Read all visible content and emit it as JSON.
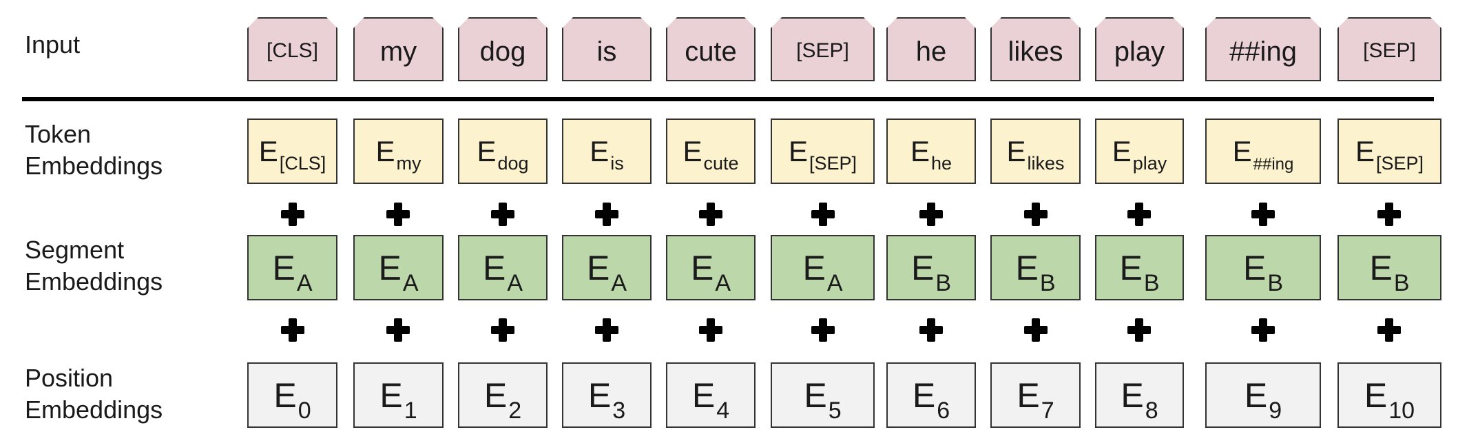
{
  "labels": {
    "input": "Input",
    "token": [
      "Token",
      "Embeddings"
    ],
    "segment": [
      "Segment",
      "Embeddings"
    ],
    "position": [
      "Position",
      "Embeddings"
    ]
  },
  "columns": [
    {
      "input": "[CLS]",
      "token_sub": "[CLS]",
      "segment_sub": "A",
      "position_sub": "0"
    },
    {
      "input": "my",
      "token_sub": "my",
      "segment_sub": "A",
      "position_sub": "1"
    },
    {
      "input": "dog",
      "token_sub": "dog",
      "segment_sub": "A",
      "position_sub": "2"
    },
    {
      "input": "is",
      "token_sub": "is",
      "segment_sub": "A",
      "position_sub": "3"
    },
    {
      "input": "cute",
      "token_sub": "cute",
      "segment_sub": "A",
      "position_sub": "4"
    },
    {
      "input": "[SEP]",
      "token_sub": "[SEP]",
      "segment_sub": "A",
      "position_sub": "5"
    },
    {
      "input": "he",
      "token_sub": "he",
      "segment_sub": "B",
      "position_sub": "6"
    },
    {
      "input": "likes",
      "token_sub": "likes",
      "segment_sub": "B",
      "position_sub": "7"
    },
    {
      "input": "play",
      "token_sub": "play",
      "segment_sub": "B",
      "position_sub": "8"
    },
    {
      "input": "##ing",
      "token_sub": "##ing",
      "segment_sub": "B",
      "position_sub": "9"
    },
    {
      "input": "[SEP]",
      "token_sub": "[SEP]",
      "segment_sub": "B",
      "position_sub": "10"
    }
  ],
  "embedding_symbol": "E",
  "colors": {
    "input": "#ead1d6",
    "token": "#fcf2cd",
    "segment": "#bcd7a9",
    "position": "#f2f2f2"
  }
}
